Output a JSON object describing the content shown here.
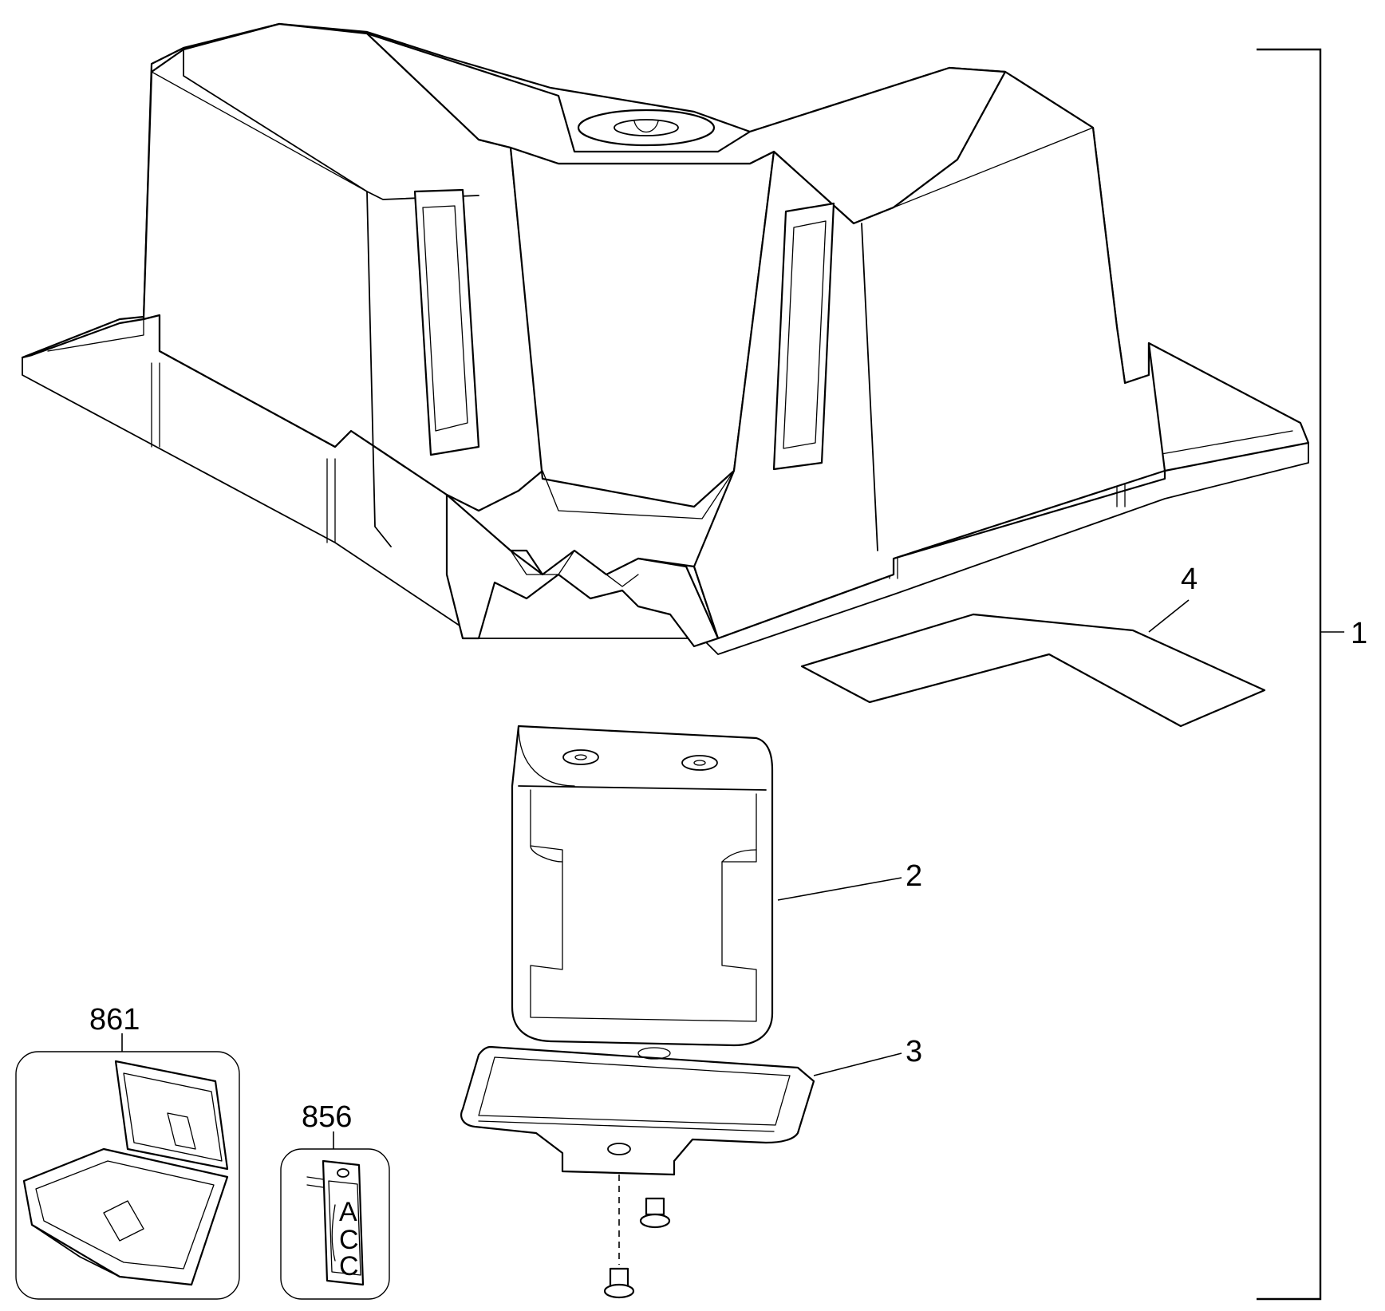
{
  "diagram": {
    "callouts": {
      "assembly": "1",
      "battery_holder": "2",
      "battery_cover": "3",
      "label": "4",
      "kit_box": "861",
      "accessory_bag": "856"
    },
    "accessory_bag_letters": [
      "A",
      "C",
      "C"
    ]
  }
}
